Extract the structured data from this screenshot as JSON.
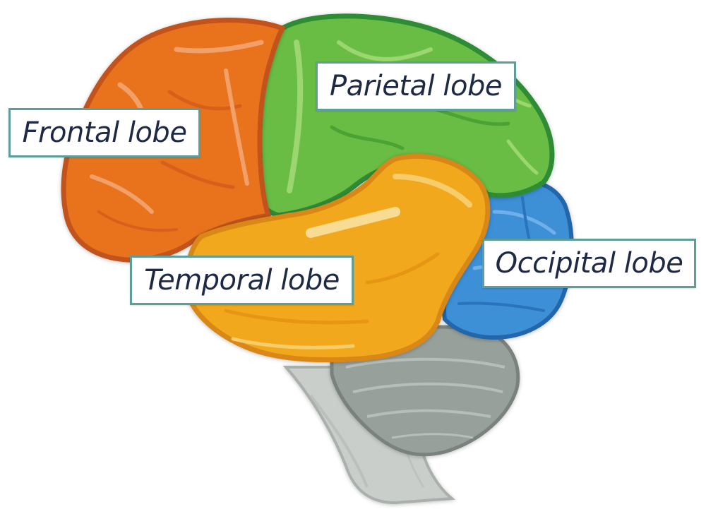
{
  "labels": {
    "frontal": "Frontal lobe",
    "parietal": "Parietal lobe",
    "temporal": "Temporal lobe",
    "occipital": "Occipital lobe"
  },
  "colors": {
    "frontal": "#e8731f",
    "parietal": "#69bd45",
    "temporal": "#f2a81a",
    "occipital": "#3d8fd6",
    "cerebellum": "#98a09b",
    "brainstem": "#c9ceca",
    "label_border": "#5e9e99",
    "label_text": "#1e2a45"
  }
}
